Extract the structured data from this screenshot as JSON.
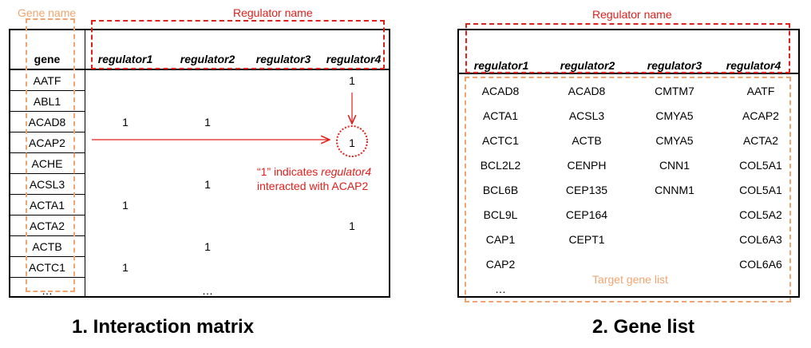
{
  "matrix": {
    "annotation_gene_name": "Gene name",
    "annotation_regulator_name": "Regulator name",
    "gene_header": "gene",
    "regulators": [
      "regulator1",
      "regulator2",
      "regulator3",
      "regulator4"
    ],
    "genes": [
      "AATF",
      "ABL1",
      "ACAD8",
      "ACAP2",
      "ACHE",
      "ACSL3",
      "ACTA1",
      "ACTA2",
      "ACTB",
      "ACTC1"
    ],
    "gene_ellipsis": "…",
    "col_ellipsis": "…",
    "cells": [
      {
        "row": 0,
        "col": 3,
        "value": "1"
      },
      {
        "row": 2,
        "col": 0,
        "value": "1"
      },
      {
        "row": 2,
        "col": 1,
        "value": "1"
      },
      {
        "row": 3,
        "col": 3,
        "value": "1"
      },
      {
        "row": 5,
        "col": 1,
        "value": "1"
      },
      {
        "row": 6,
        "col": 0,
        "value": "1"
      },
      {
        "row": 7,
        "col": 3,
        "value": "1"
      },
      {
        "row": 8,
        "col": 1,
        "value": "1"
      },
      {
        "row": 9,
        "col": 0,
        "value": "1"
      }
    ],
    "callout_quote": "“1” indicates ",
    "callout_reg": "regulator4",
    "callout_line2": "interacted with ACAP2",
    "caption": "1. Interaction matrix"
  },
  "genelist": {
    "annotation_regulator_name": "Regulator name",
    "annotation_target": "Target gene list",
    "regulators": [
      "regulator1",
      "regulator2",
      "regulator3",
      "regulator4"
    ],
    "columns": [
      [
        "ACAD8",
        "ACTA1",
        "ACTC1",
        "BCL2L2",
        "BCL6B",
        "BCL9L",
        "CAP1",
        "CAP2",
        "…"
      ],
      [
        "ACAD8",
        "ACSL3",
        "ACTB",
        "CENPH",
        "CEP135",
        "CEP164",
        "CEPT1"
      ],
      [
        "CMTM7",
        "CMYA5",
        "CMYA5",
        "CNN1",
        "CNNM1"
      ],
      [
        "AATF",
        "ACAP2",
        "ACTA2",
        "COL5A1",
        "COL5A1",
        "COL5A2",
        "COL6A3",
        "COL6A6"
      ]
    ],
    "caption": "2. Gene list"
  },
  "colors": {
    "annotation_red": "#e0201b",
    "annotation_orange": "#f0a571"
  }
}
